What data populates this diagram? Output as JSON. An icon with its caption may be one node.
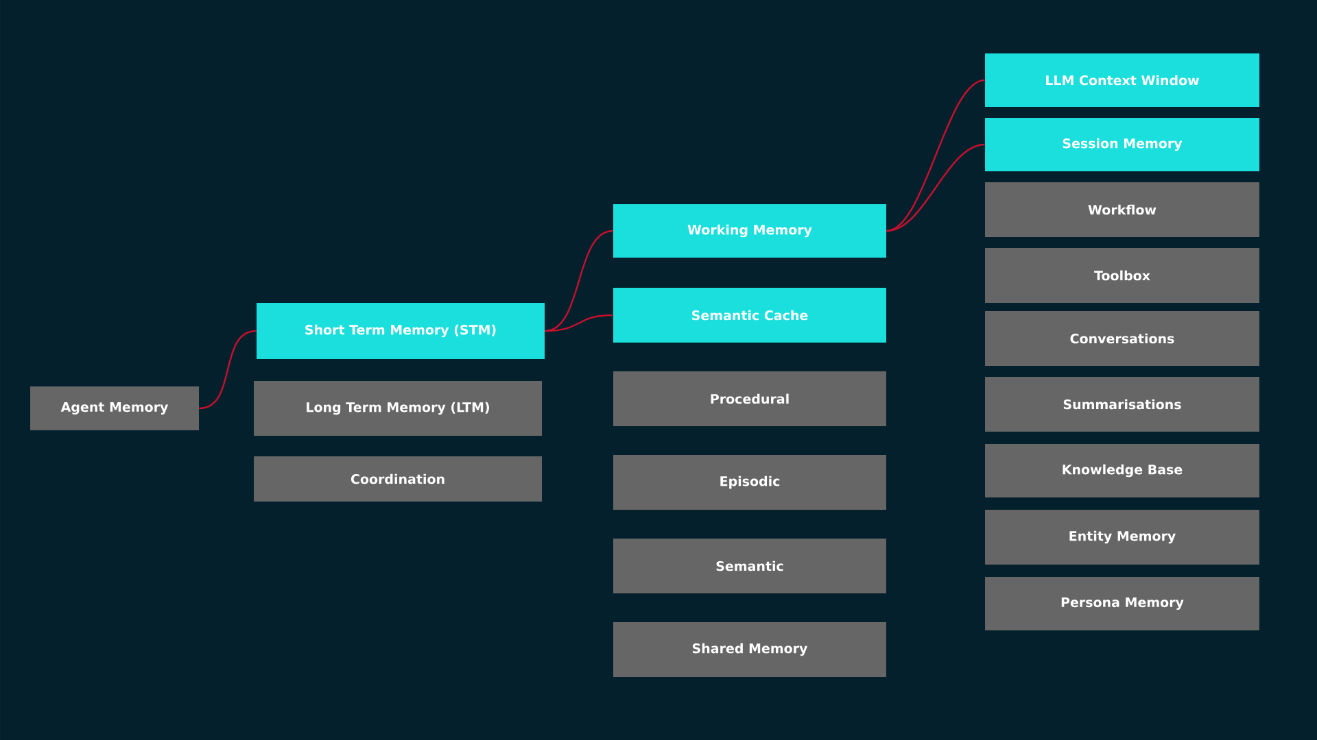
{
  "diagram": {
    "nodes": [
      {
        "text": [
          "Agent Memory"
        ]
      },
      {
        "text": [
          "Short Term Memory (STM)"
        ]
      },
      {
        "text": [
          "Long Term Memory (LTM)"
        ]
      },
      {
        "text": [
          "Coordination"
        ]
      },
      {
        "text": [
          "Working Memory"
        ]
      },
      {
        "text": [
          "Semantic Cache"
        ]
      },
      {
        "text": [
          "Procedural"
        ]
      },
      {
        "text": [
          "Episodic"
        ]
      },
      {
        "text": [
          "Semantic"
        ]
      },
      {
        "text": [
          "Shared Memory"
        ]
      },
      {
        "text": [
          "LLM Context Window"
        ]
      },
      {
        "text": [
          "Session Memory"
        ]
      },
      {
        "text": [
          "Workflow"
        ]
      },
      {
        "text": [
          "Toolbox"
        ]
      },
      {
        "text": [
          "Conversations"
        ]
      },
      {
        "text": [
          "Summarisations"
        ]
      },
      {
        "text": [
          "Knowledge Base"
        ]
      },
      {
        "text": [
          "Entity Memory"
        ]
      },
      {
        "text": [
          "Persona Memory"
        ]
      }
    ],
    "edges": [
      {
        "from": 0,
        "to": 1,
        "arrow": "none"
      },
      {
        "from": 1,
        "to": 4,
        "arrow": "none"
      },
      {
        "from": 1,
        "to": 5,
        "arrow": "none"
      },
      {
        "from": 4,
        "to": 10,
        "arrow": "none"
      },
      {
        "from": 4,
        "to": 11,
        "arrow": "none"
      }
    ]
  }
}
